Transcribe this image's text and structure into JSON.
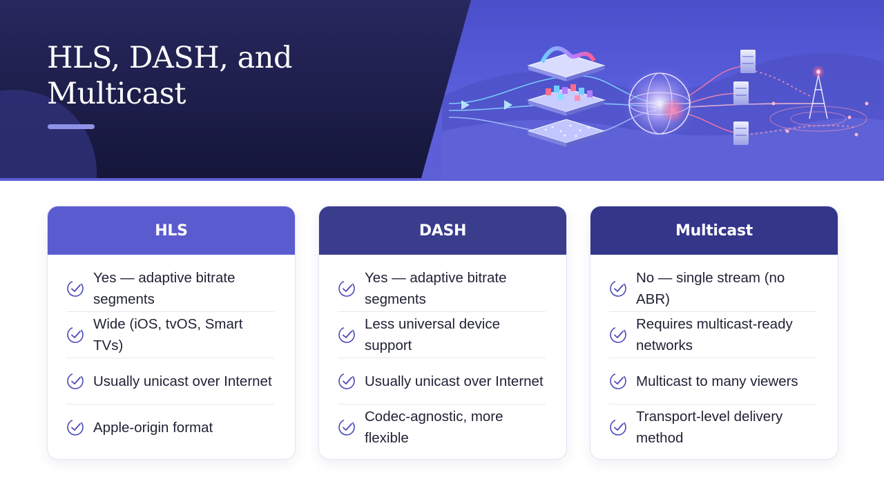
{
  "header": {
    "title_line1": "HLS, DASH, and",
    "title_line2": "Multicast",
    "image_icon": "streaming-network-illustration"
  },
  "colors": {
    "header_dark": "#1b1c45",
    "accent_line": "#8f92e6",
    "hls_header": "#5b5bd0",
    "dash_header": "#3a3c8c",
    "multicast_header": "#34368a",
    "check_icon": "#4749b8",
    "text": "#1f2133"
  },
  "cards": [
    {
      "title": "HLS",
      "rows": [
        "Yes — adaptive bitrate segments",
        "Wide (iOS, tvOS, Smart TVs)",
        "Usually unicast over Internet",
        "Apple-origin format"
      ]
    },
    {
      "title": "DASH",
      "rows": [
        "Yes — adaptive bitrate segments",
        "Less universal device support",
        "Usually unicast over Internet",
        "Codec-agnostic, more flexible"
      ]
    },
    {
      "title": "Multicast",
      "rows": [
        "No — single stream (no ABR)",
        "Requires multicast-ready networks",
        "Multicast to many viewers",
        "Transport-level delivery method"
      ]
    }
  ]
}
